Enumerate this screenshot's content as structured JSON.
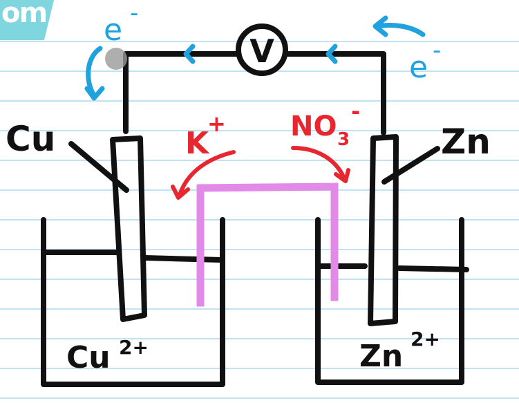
{
  "corner_tag": "om",
  "colors": {
    "ink": "#111111",
    "electron": "#1fa2de",
    "ion": "#e8262f",
    "salt_bridge": "#e18ae8",
    "ruled_line": "#bfe3f3",
    "tag": "#7fd6df"
  },
  "labels": {
    "voltmeter": "V",
    "electron_left": "e",
    "electron_left_sup": "-",
    "electron_right": "e",
    "electron_right_sup": "-",
    "electrode_left": "Cu",
    "electrode_right": "Zn",
    "cation": "K",
    "cation_sup": "+",
    "anion": "NO",
    "anion_sub": "3",
    "anion_sup": "-",
    "solution_left": "Cu",
    "solution_left_sup": "2+",
    "solution_right": "Zn",
    "solution_right_sup": "2+"
  }
}
